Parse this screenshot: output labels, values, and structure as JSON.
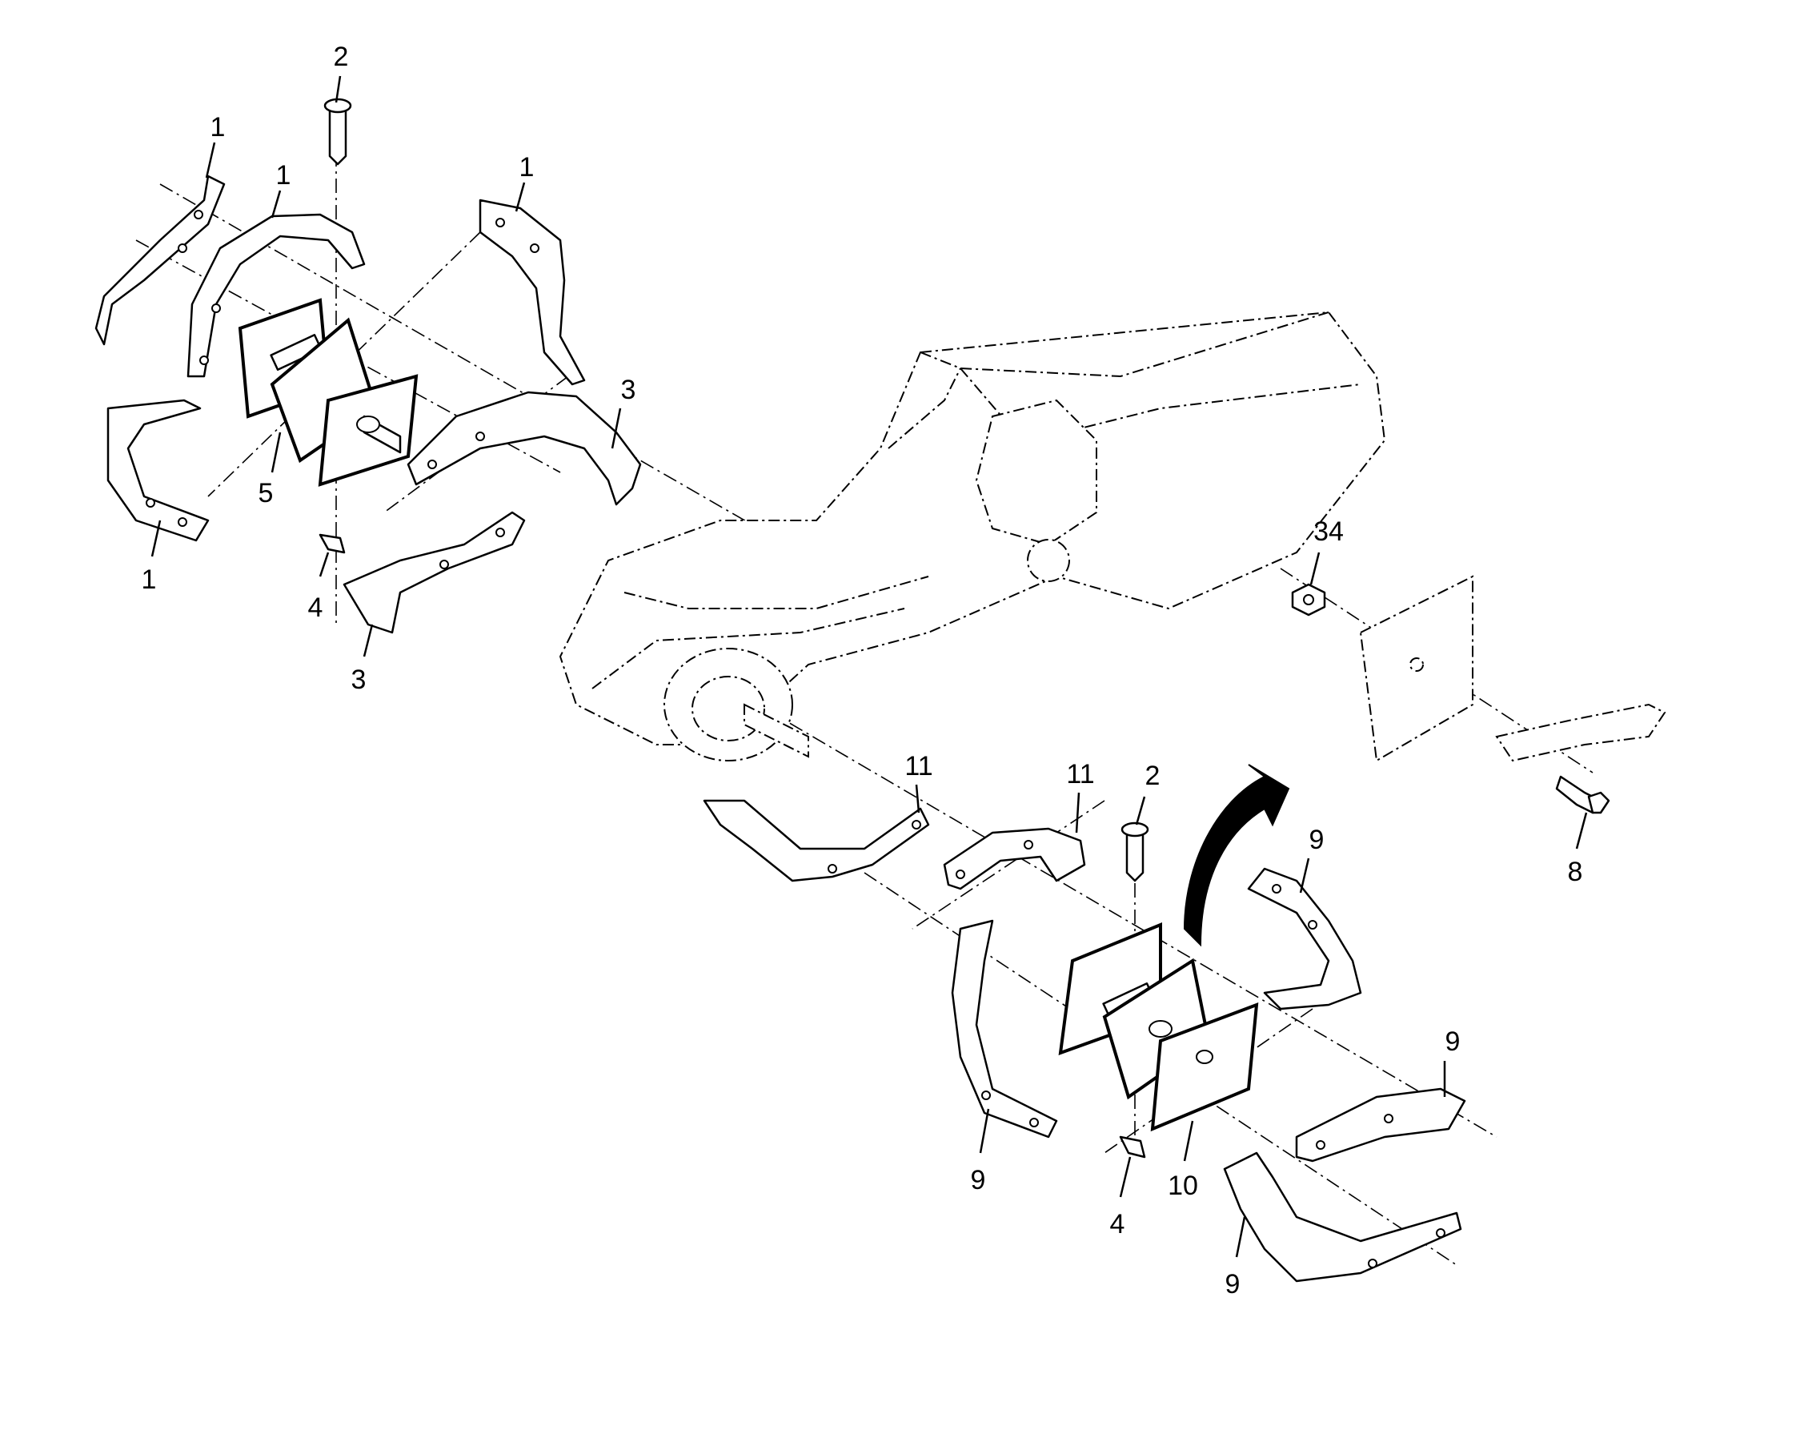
{
  "callouts": [
    {
      "id": "c1a",
      "text": "1"
    },
    {
      "id": "c1b",
      "text": "1"
    },
    {
      "id": "c1c",
      "text": "1"
    },
    {
      "id": "c1d",
      "text": "1"
    },
    {
      "id": "c2a",
      "text": "2"
    },
    {
      "id": "c3a",
      "text": "3"
    },
    {
      "id": "c3b",
      "text": "3"
    },
    {
      "id": "c4a",
      "text": "4"
    },
    {
      "id": "c5",
      "text": "5"
    },
    {
      "id": "c34",
      "text": "34"
    },
    {
      "id": "c8",
      "text": "8"
    },
    {
      "id": "c11a",
      "text": "11"
    },
    {
      "id": "c11b",
      "text": "11"
    },
    {
      "id": "c2b",
      "text": "2"
    },
    {
      "id": "c9a",
      "text": "9"
    },
    {
      "id": "c9b",
      "text": "9"
    },
    {
      "id": "c9c",
      "text": "9"
    },
    {
      "id": "c9d",
      "text": "9"
    },
    {
      "id": "c10",
      "text": "10"
    },
    {
      "id": "c4b",
      "text": "4"
    }
  ],
  "colors": {
    "line": "#000000",
    "background": "#ffffff"
  }
}
